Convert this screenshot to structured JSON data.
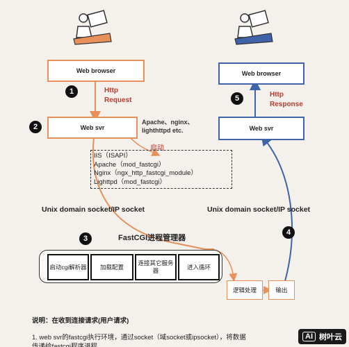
{
  "left": {
    "browser_label": "Web browser",
    "step1": "1",
    "http_request": "Http\nRequest",
    "step2": "2",
    "svr_label": "Web svr",
    "servers_note": "Apache、nginx、\nlighthttpd etc.",
    "startup_label": "启动",
    "module_list": [
      "IIS（ISAPI）",
      "Apache（mod_fastcgi）",
      "Nginx（ngx_http_fastcgi_module）",
      "Lighttpd（mod_fastcgi）"
    ],
    "unix_socket": "Unix domain socket/IP socket"
  },
  "right": {
    "browser_label": "Web browser",
    "step5": "5",
    "http_response": "Http\nResponse",
    "svr_label": "Web svr",
    "unix_socket": "Unix domain socket/IP socket",
    "step4": "4"
  },
  "manager": {
    "step3": "3",
    "title": "FastCGI进程管理器",
    "steps": [
      "启动cgi解析器",
      "加载配置",
      "连接其它服务器",
      "进入循环"
    ],
    "logic": "逻辑处理",
    "output": "输出"
  },
  "notes": {
    "heading": "说明：在收到连接请求(用户请求)",
    "line1": "1. web svr的fastcgi执行环境，通过socket（域socket或ipsocket），将数据",
    "line2": "传递给fastcgi程序进程"
  },
  "brand": {
    "ai": "AI",
    "name": "树叶云"
  },
  "colors": {
    "orange": "#e8905a",
    "blue": "#3e63a8",
    "red": "#c0392b"
  }
}
